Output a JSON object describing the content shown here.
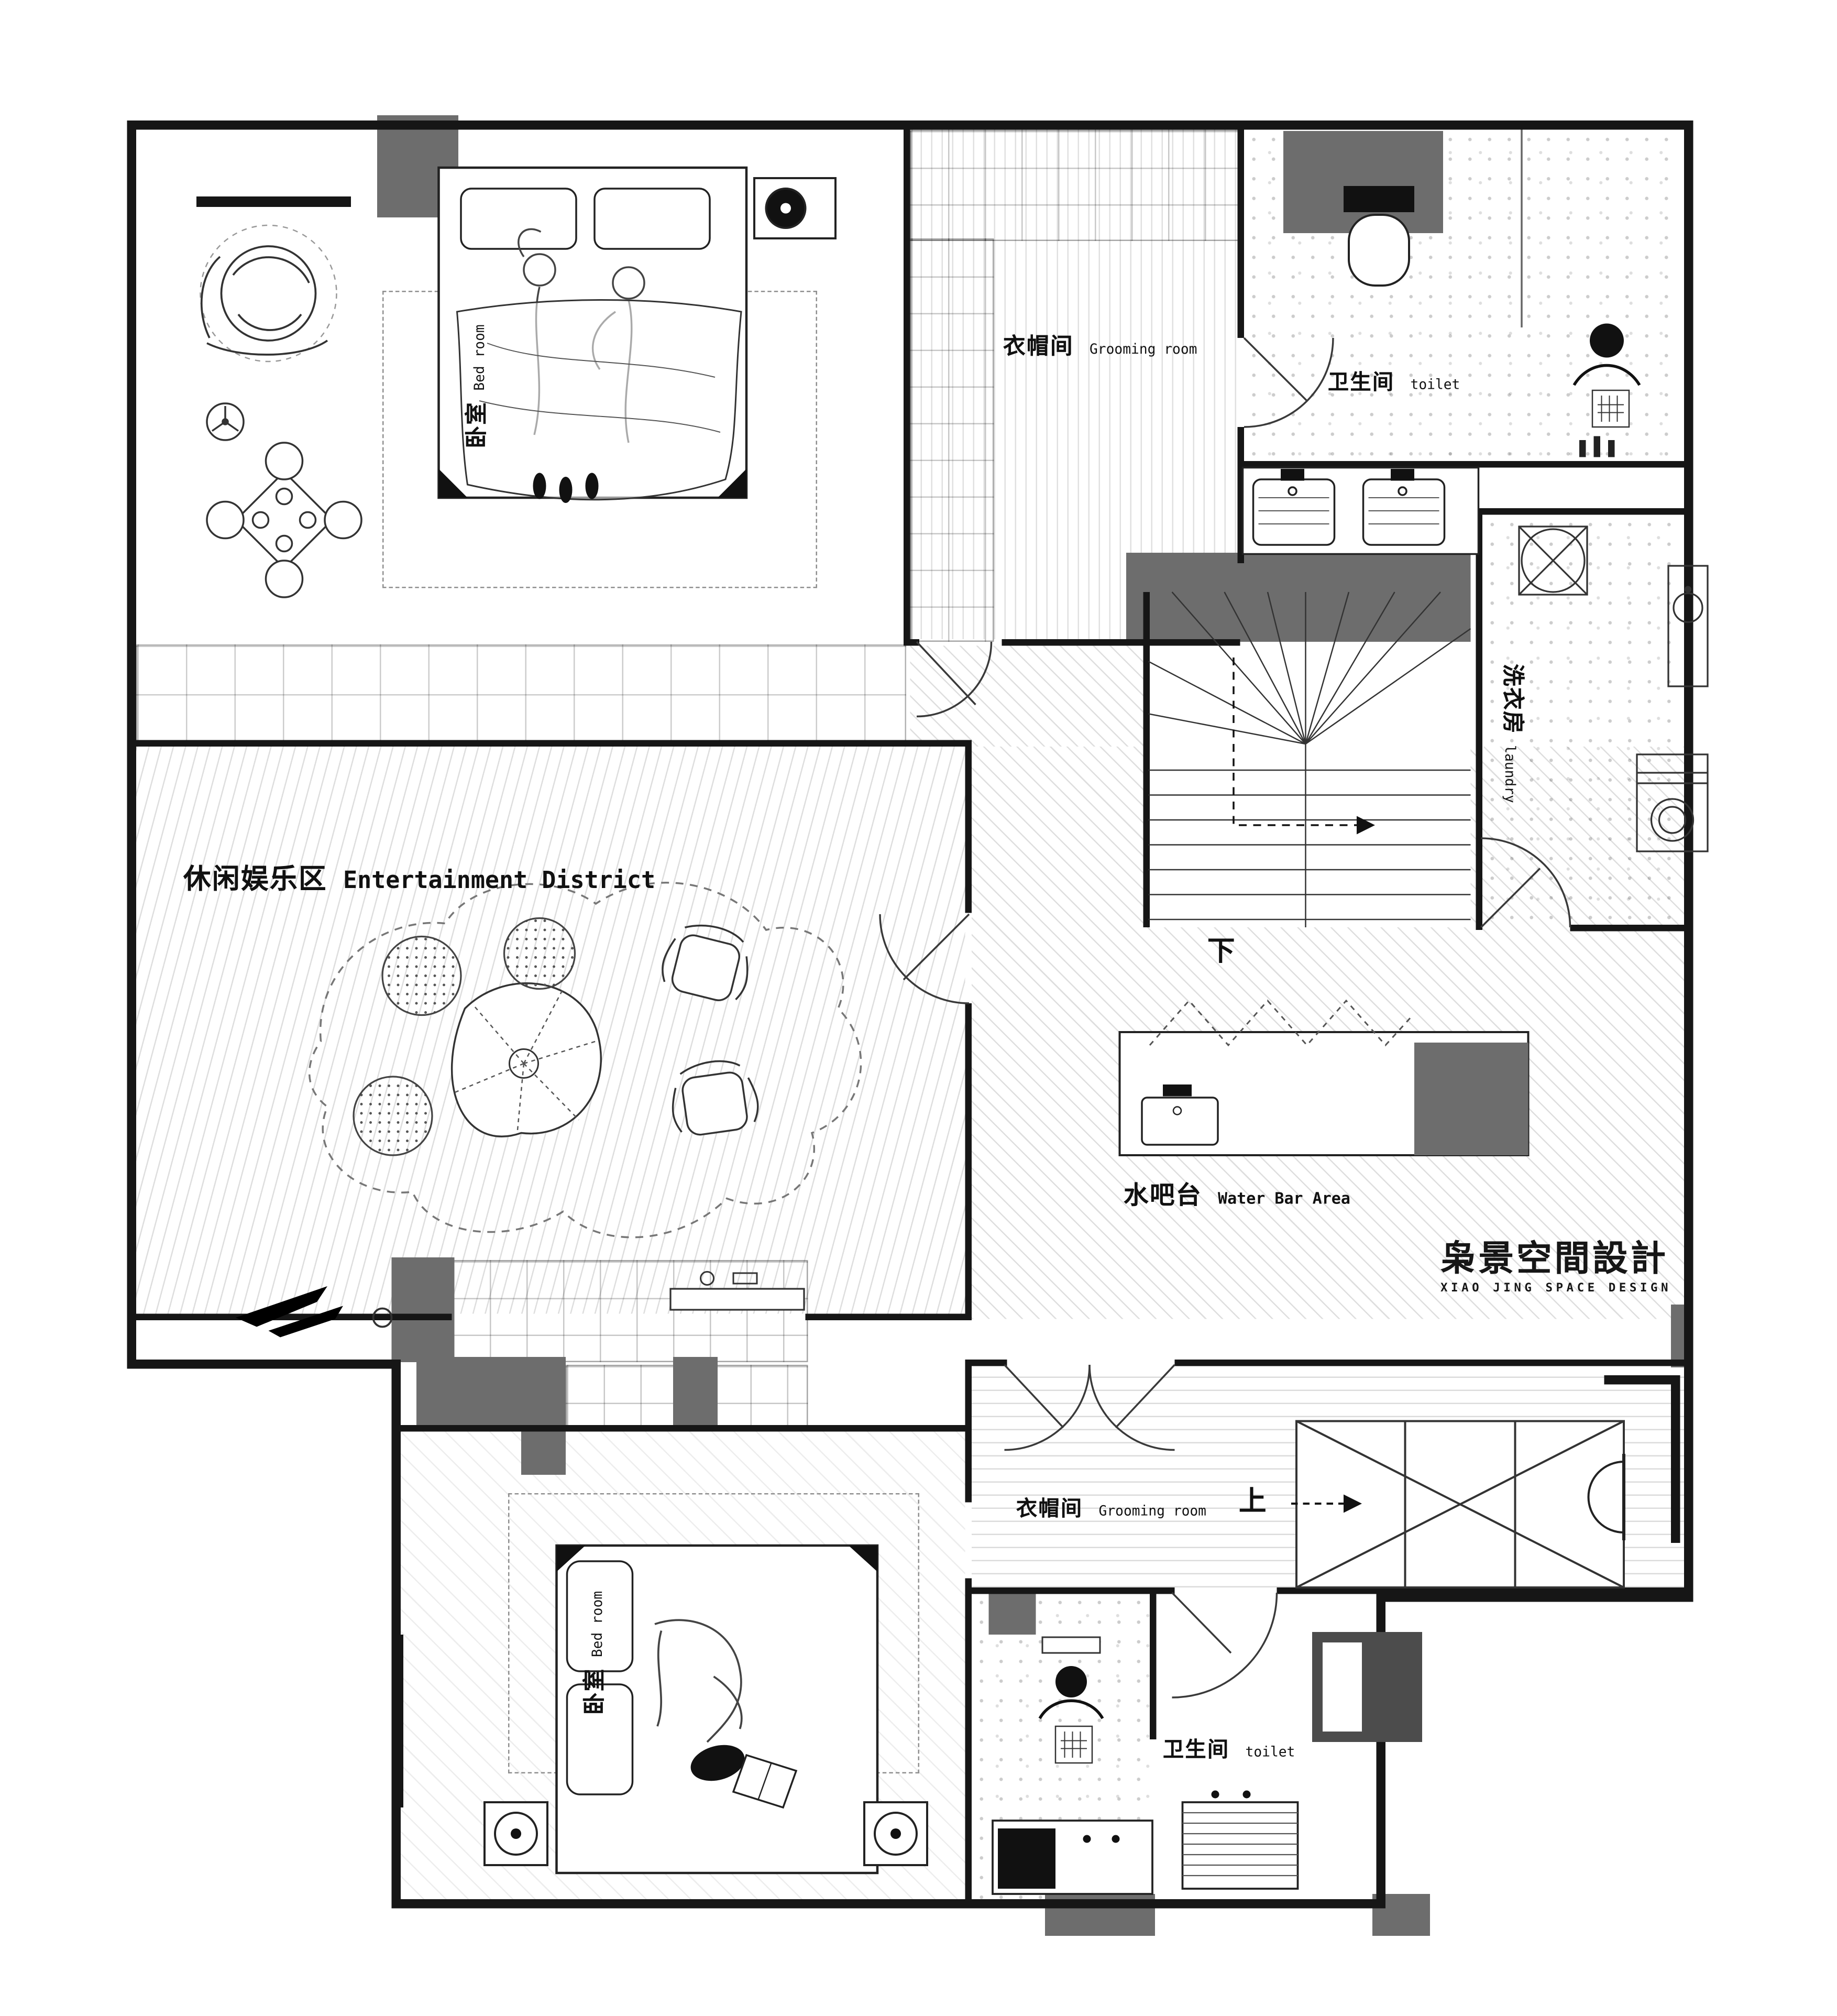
{
  "logo": {
    "cn": "枭景空間設計",
    "en": "XIAO JING SPACE DESIGN"
  },
  "rooms": {
    "bedroom_top": {
      "cn": "卧室",
      "en": "Bed room"
    },
    "grooming_top": {
      "cn": "衣帽间",
      "en": "Grooming room"
    },
    "toilet_top": {
      "cn": "卫生间",
      "en": "toilet"
    },
    "laundry": {
      "cn": "洗衣房",
      "en": "laundry"
    },
    "entertainment": {
      "cn": "休闲娱乐区",
      "en": "Entertainment District"
    },
    "water_bar": {
      "cn": "水吧台",
      "en": "Water Bar Area"
    },
    "grooming_bottom": {
      "cn": "衣帽间",
      "en": "Grooming room"
    },
    "bedroom_bottom": {
      "cn": "卧室",
      "en": "Bed room"
    },
    "toilet_bottom": {
      "cn": "卫生间",
      "en": "toilet"
    }
  },
  "stairs": {
    "down": "下",
    "up": "上"
  },
  "colors": {
    "wall": "#161616",
    "structure_gray": "#6d6d6d"
  }
}
